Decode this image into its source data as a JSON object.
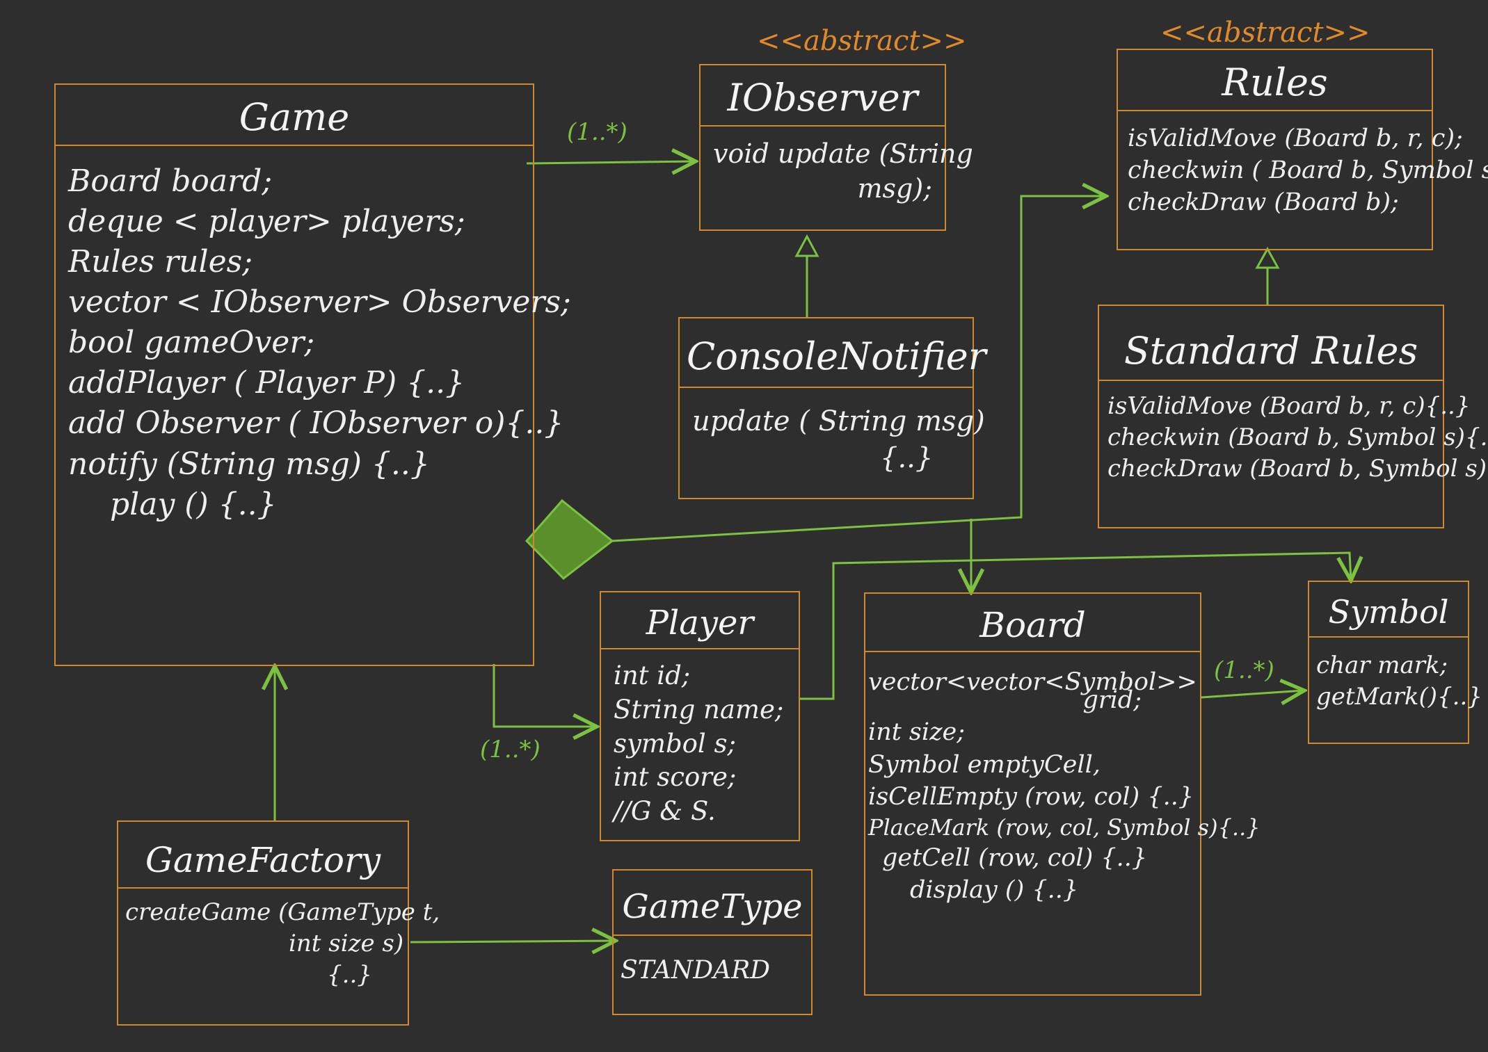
{
  "colors": {
    "background": "#2e2e2e",
    "box": "#d08a2e",
    "connector": "#7cc241",
    "stereotype": "#e08a2a",
    "text": "#f2f2f2"
  },
  "stereotypes": {
    "iobserver": "<<abstract>>",
    "rules": "<<abstract>>"
  },
  "multiplicities": {
    "game_observer": "(1..*)",
    "game_player": "(1..*)",
    "board_symbol": "(1..*)"
  },
  "classes": {
    "game": {
      "name": "Game",
      "members": [
        "Board board;",
        "deque < player> players;",
        "Rules rules;",
        "vector < IObserver> Observers;",
        "bool gameOver;",
        "addPlayer ( Player P) {..}",
        "add Observer ( IObserver o){..}",
        "notify (String msg) {..}",
        "play () {..}"
      ]
    },
    "iobserver": {
      "name": "IObserver",
      "members": [
        "void update (String",
        "msg);"
      ]
    },
    "console_notifier": {
      "name": "ConsoleNotifier",
      "members": [
        "update ( String msg)",
        "{..}"
      ]
    },
    "rules": {
      "name": "Rules",
      "members": [
        "isValidMove (Board b, r, c);",
        "checkwin ( Board b, Symbol s);",
        "checkDraw (Board b);"
      ]
    },
    "standard_rules": {
      "name": "Standard Rules",
      "members": [
        "isValidMove (Board b, r, c){..}",
        "checkwin (Board b, Symbol s){..}",
        "checkDraw (Board b, Symbol s) {..}"
      ]
    },
    "player": {
      "name": "Player",
      "members": [
        "int id;",
        "String name;",
        "symbol s;",
        "int score;",
        "//G & S."
      ]
    },
    "board": {
      "name": "Board",
      "members": [
        "vector<vector<Symbol>>",
        "grid;",
        "int size;",
        "Symbol emptyCell,",
        "isCellEmpty (row, col) {..}",
        "PlaceMark (row, col, Symbol s){..}",
        "getCell (row, col) {..}",
        "display () {..}"
      ]
    },
    "symbol": {
      "name": "Symbol",
      "members": [
        "char mark;",
        "getMark(){..}"
      ]
    },
    "game_factory": {
      "name": "GameFactory",
      "members": [
        "createGame (GameType t,",
        "int size s)",
        "{..}"
      ]
    },
    "game_type": {
      "name": "GameType",
      "members": [
        "STANDARD"
      ]
    }
  }
}
